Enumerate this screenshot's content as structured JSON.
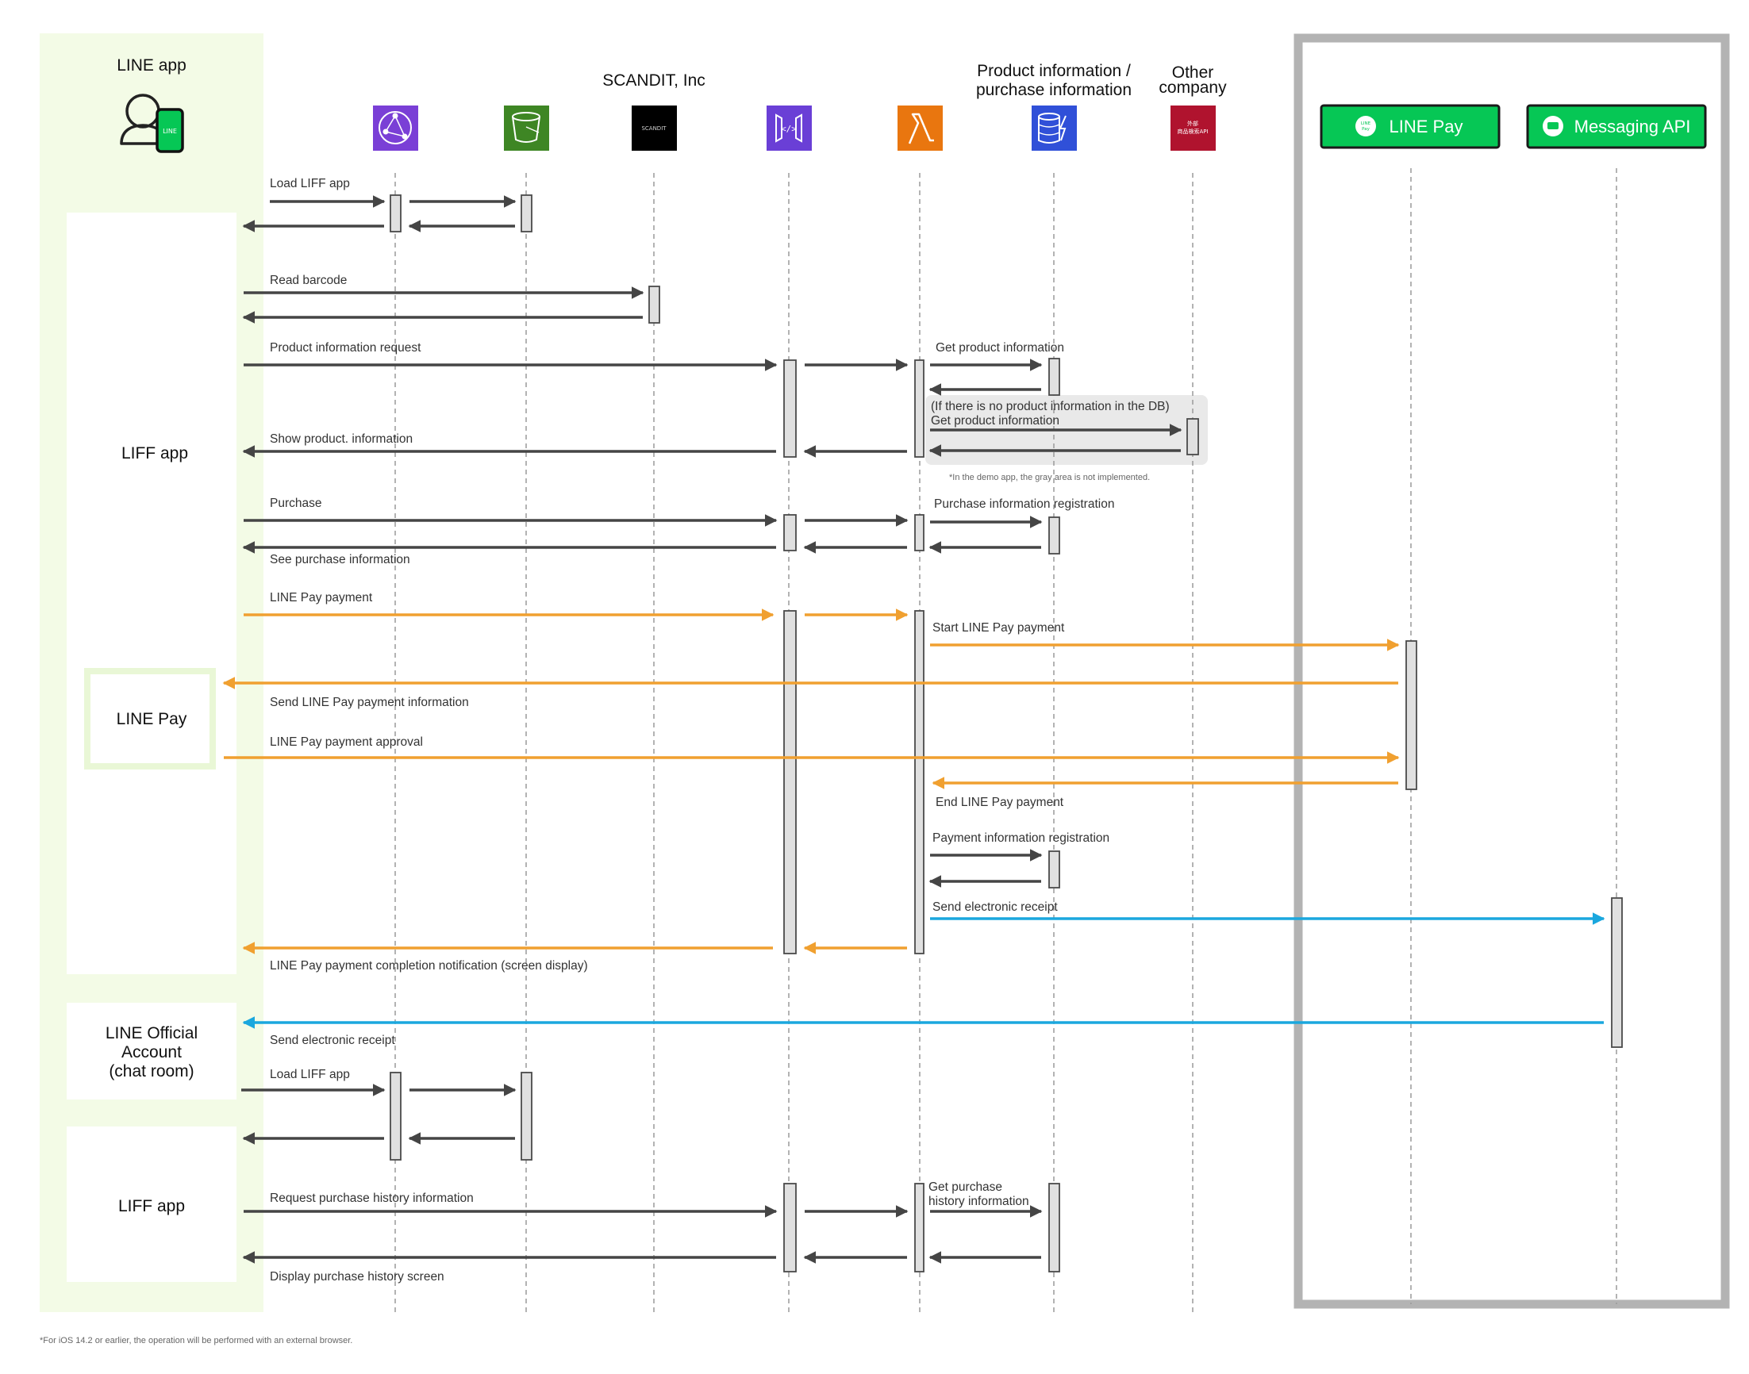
{
  "headers": {
    "line_app": "LINE app",
    "scandit": "SCANDIT, Inc",
    "product_info_line1": "Product information /",
    "product_info_line2": "purchase information",
    "other_line1": "Other",
    "other_line2": "company",
    "line_pay_button": "LINE Pay",
    "messaging_api_button": "Messaging API"
  },
  "icons": {
    "line_badge": "LINE",
    "scandit_logo": "SCANDIT",
    "other_company_line1": "外部",
    "other_company_line2": "商品検索API",
    "line_pay_badge_line1": "LINE",
    "line_pay_badge_line2": "Pay"
  },
  "panels": {
    "liff_app_1": "LIFF app",
    "line_pay": "LINE Pay",
    "official_account_line1": "LINE Official",
    "official_account_line2": "Account",
    "official_account_line3": "(chat room)",
    "liff_app_2": "LIFF app"
  },
  "messages": {
    "load_liff_app_1": "Load LIFF app",
    "read_barcode": "Read barcode",
    "product_info_request": "Product information request",
    "get_product_info": "Get product information",
    "no_product_in_db": "(If there is no product information in the DB)",
    "get_product_info_2": "Get product information",
    "show_product_info": "Show product. information",
    "purchase": "Purchase",
    "purchase_info_registration": "Purchase information registration",
    "see_purchase_info": "See purchase information",
    "line_pay_payment": "LINE Pay payment",
    "start_line_pay_payment": "Start LINE Pay payment",
    "send_line_pay_payment_info": "Send LINE Pay payment information",
    "line_pay_payment_approval": "LINE Pay payment approval",
    "end_line_pay_payment": "End LINE Pay payment",
    "payment_info_registration": "Payment information registration",
    "send_electronic_receipt": "Send electronic receipt",
    "payment_completion_notification": "LINE Pay payment completion notification (screen display)",
    "send_electronic_receipt_2": "Send electronic receipt",
    "load_liff_app_2": "Load LIFF app",
    "request_purchase_history": "Request purchase history information",
    "get_purchase_history_line1": "Get purchase",
    "get_purchase_history_line2": "history information",
    "display_purchase_history": "Display purchase history screen"
  },
  "notes": {
    "gray_area": "*In the demo app, the gray area is not implemented.",
    "footer": "*For iOS 14.2 or earlier, the operation will be performed with an external browser."
  },
  "colors": {
    "line_green": "#06C755",
    "panel_green": "#F3FBE6",
    "orange_flow": "#F0A030",
    "blue_flow": "#1AA7DE",
    "gray_flow": "#454545",
    "cognito": "#7A3FD6",
    "s3": "#3E8624",
    "api_gateway": "#6A3FD6",
    "lambda": "#E9760F",
    "dynamodb": "#3050D8",
    "other_company": "#B0132E"
  }
}
